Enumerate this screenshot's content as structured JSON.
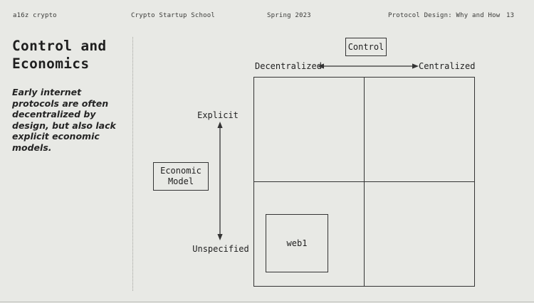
{
  "header": {
    "brand": "a16z crypto",
    "course": "Crypto Startup School",
    "term": "Spring 2023",
    "deck_title": "Protocol Design: Why and How",
    "page_number": "13"
  },
  "left_panel": {
    "title_line1": "Control and",
    "title_line2": "Economics",
    "body": "Early internet protocols are often decentralized by design, but also lack explicit economic models."
  },
  "diagram": {
    "control_box_label": "Control",
    "economic_model_box_label": "Economic Model",
    "x_axis": {
      "left_label": "Decentralized",
      "right_label": "Centralized"
    },
    "y_axis": {
      "top_label": "Explicit",
      "bottom_label": "Unspecified"
    },
    "matrix_items": [
      {
        "label": "web1",
        "quadrant": "decentralized-unspecified (bottom-left)"
      }
    ]
  },
  "colors": {
    "background": "#e8e9e5",
    "ink": "#1f1f1f",
    "line": "#343434",
    "dotted_divider": "#a3a39e"
  }
}
